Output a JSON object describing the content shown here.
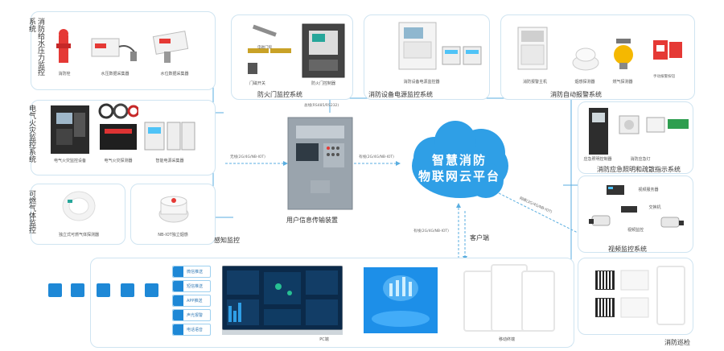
{
  "groups": {
    "fire_water": "消防给水压力监控系统",
    "electrical_fire": "电气火灾监控系统",
    "gas": "可燃气体监控",
    "sensing": "感知监控",
    "patrol": "消防巡检"
  },
  "devices": {
    "hydrant": "消防栓",
    "water_pressure_sensor": "水压数据采集器",
    "water_level_sensor": "水位数据采集器",
    "elec_fire_controller": "电气火灾监控设备",
    "residual_current_detector": "电气火灾探测器",
    "smart_meter": "智能电源采集器",
    "gas_detector": "独立式可燃气体探测器",
    "smoke_detector": "NB-IOT独立烟感",
    "door_sensor": "门磁开关",
    "door_controller": "防火门控制器",
    "electromagnetic_lock": "电磁门锁",
    "power_monitor": "消防设备电源监控器",
    "fire_panel": "消防报警主机",
    "smoke_alarm": "烟感探测器",
    "gas_alarm": "燃气探测器",
    "manual_alarm": "手动报警按钮",
    "evac_controller": "应急照明控制器",
    "evac_light": "消防应急灯",
    "nvr": "视频服务器",
    "switch": "交换机",
    "camera": "视频监控"
  },
  "systems": {
    "fire_door": "防火门监控系统",
    "power_monitor": "消防设备电源监控系统",
    "auto_alarm": "消防自动报警系统",
    "evac": "消防应急照明和疏散指示系统",
    "video": "视频监控系统"
  },
  "center": {
    "transmitter": "用户信息传输装置",
    "cloud_line1": "智慧消防",
    "cloud_line2": "物联网云平台",
    "client": "客户端",
    "pc": "PC端",
    "mobile": "移动终端"
  },
  "link_labels": {
    "top": "总线(RS485/RS232)",
    "left": "无线(2G/4G/NB-IOT)",
    "right": "有线(2G/4G/NB-IOT)",
    "bottom": "有线(2G/4G/NB-IOT)",
    "video": "网络(2G/4G/NB-IOT)"
  },
  "notifications": [
    "微信推送",
    "短信推送",
    "APP推送",
    "声光报警",
    "电话语音"
  ],
  "colors": {
    "accent": "#1e88d6",
    "line": "#5aaee0",
    "panel_border": "#cfe4f1"
  }
}
